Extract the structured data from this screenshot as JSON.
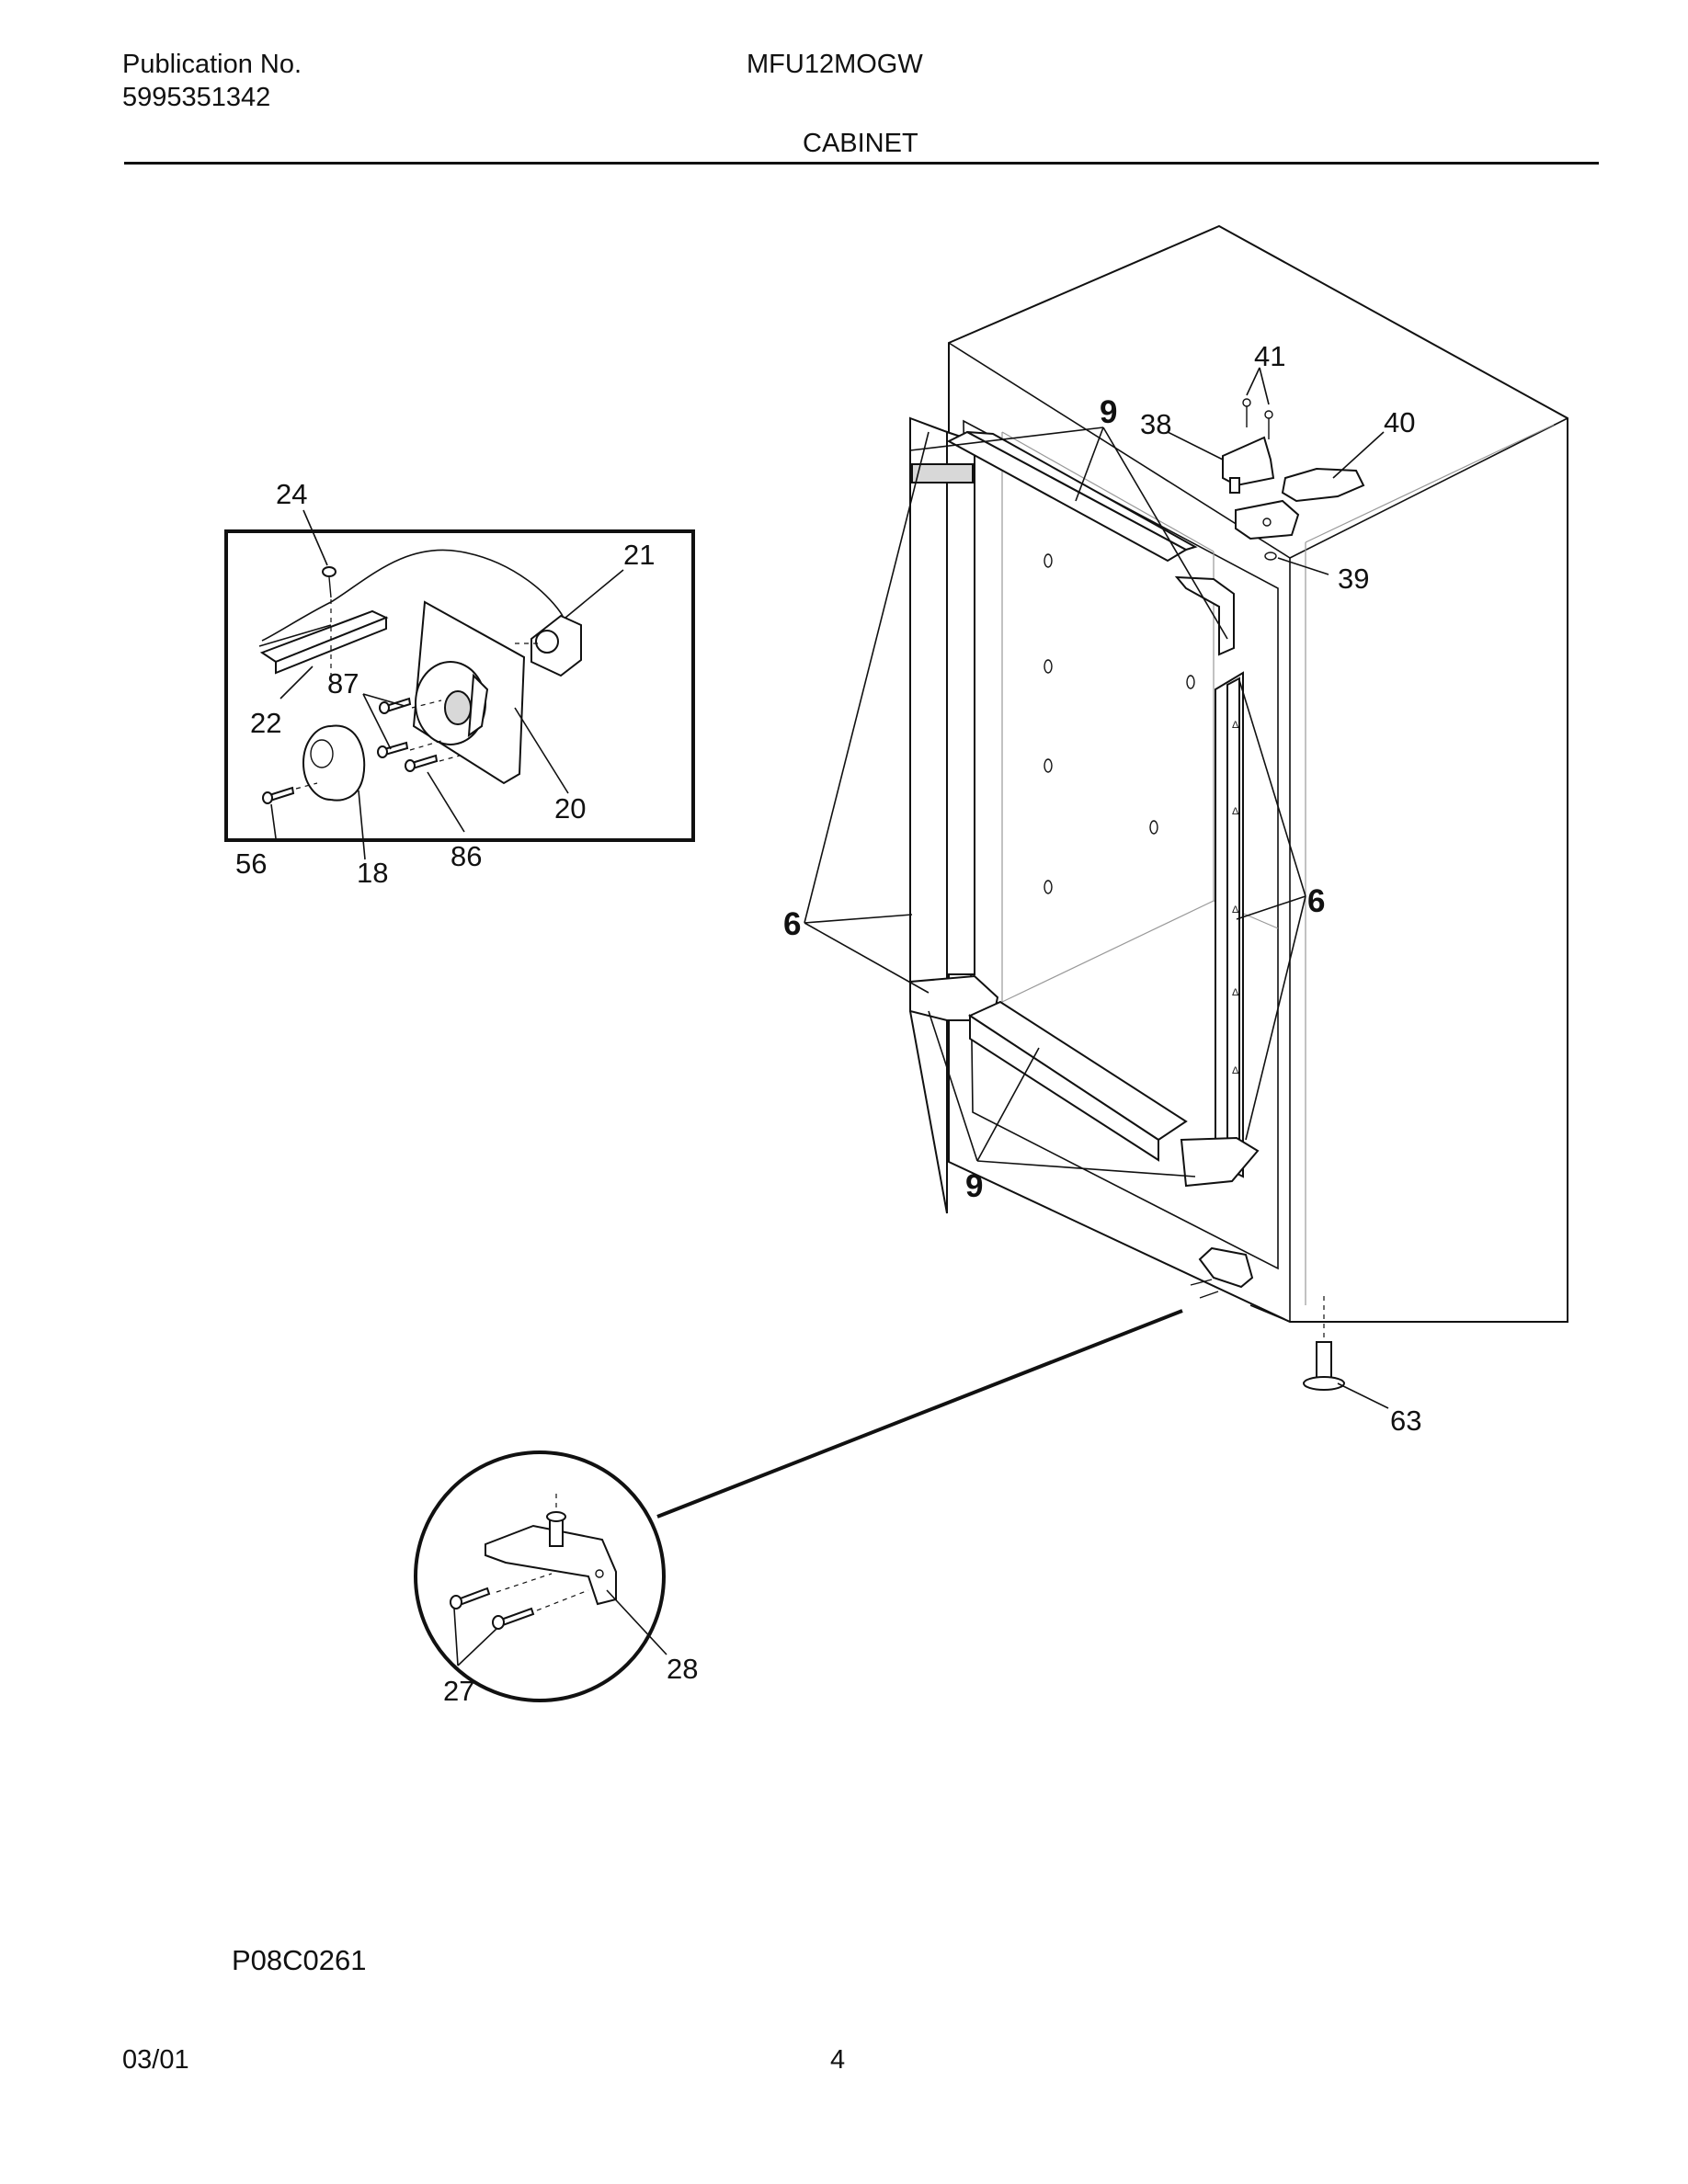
{
  "header": {
    "publication_label": "Publication No.",
    "publication_number": "5995351342",
    "model": "MFU12MOGW",
    "section_title": "CABINET"
  },
  "callouts": {
    "c24": "24",
    "c21": "21",
    "c87": "87",
    "c22": "22",
    "c20": "20",
    "c56": "56",
    "c18": "18",
    "c86": "86",
    "c41": "41",
    "c9_top": "9",
    "c38": "38",
    "c40": "40",
    "c39": "39",
    "c6_left": "6",
    "c6_right": "6",
    "c9_bottom": "9",
    "c63": "63",
    "c28": "28",
    "c27": "27"
  },
  "figure_code": "P08C0261",
  "footer": {
    "date": "03/01",
    "page_number": "4"
  }
}
